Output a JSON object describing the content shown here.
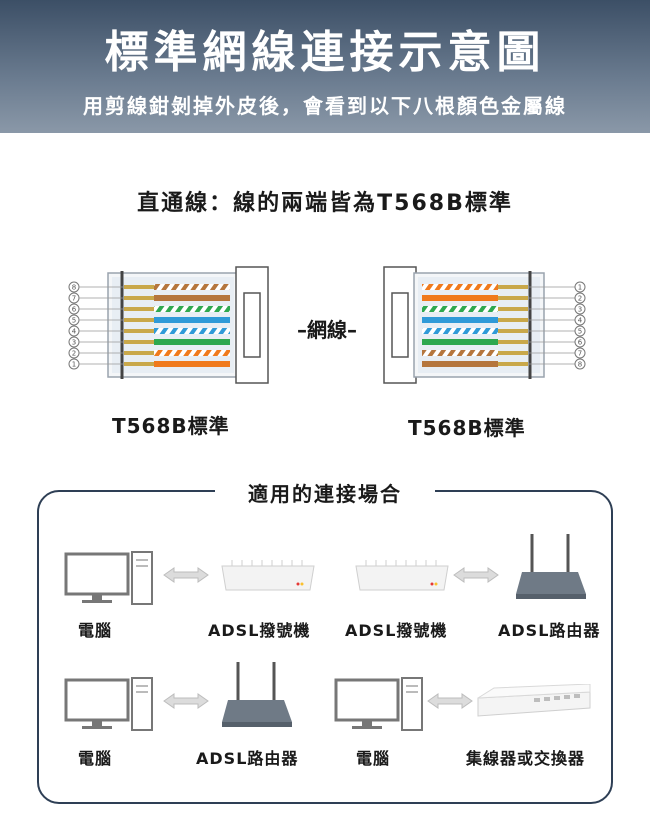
{
  "header": {
    "title": "標準網線連接示意圖",
    "subtitle": "用剪線鉗剝掉外皮後，會看到以下八根顏色金屬線"
  },
  "section_title": "直通線：線的兩端皆為T568B標準",
  "cable": {
    "middle_label": "–網線–",
    "left_label": "T568B標準",
    "right_label": "T568B標準",
    "left_pins": [
      "8",
      "7",
      "6",
      "5",
      "4",
      "3",
      "2",
      "1"
    ],
    "right_pins": [
      "1",
      "2",
      "3",
      "4",
      "5",
      "6",
      "7",
      "8"
    ],
    "wire_colors": [
      "#b5763d",
      "#b5763d",
      "#2ea84f",
      "#2f9ad8",
      "#2f9ad8",
      "#2ea84f",
      "#f07a1c",
      "#f07a1c"
    ]
  },
  "usage": {
    "title": "適用的連接場合",
    "row1": {
      "a": "電腦",
      "b": "ADSL撥號機",
      "c": "ADSL撥號機",
      "d": "ADSL路由器"
    },
    "row2": {
      "a": "電腦",
      "b": "ADSL路由器",
      "c": "電腦",
      "d": "集線器或交換器"
    }
  }
}
